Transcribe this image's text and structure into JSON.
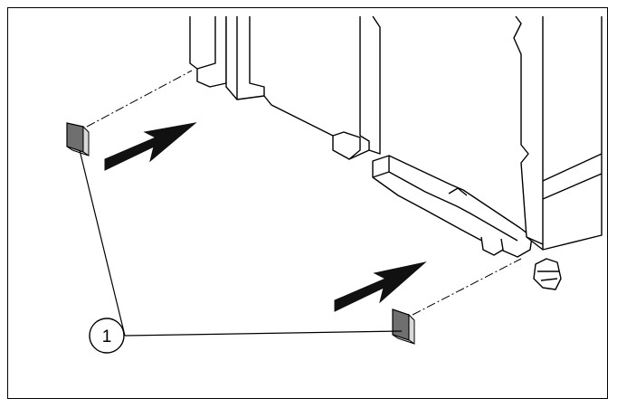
{
  "figure": {
    "callout": {
      "label": "1"
    },
    "colors": {
      "line": "#000000",
      "pad_fill": "#6f6f6f",
      "pad_edge": "#d9d9d9",
      "arrow": "#111111",
      "background": "#ffffff"
    },
    "icons": [
      "pad-left",
      "pad-right",
      "arrow-left",
      "arrow-right",
      "appliance-base"
    ]
  }
}
